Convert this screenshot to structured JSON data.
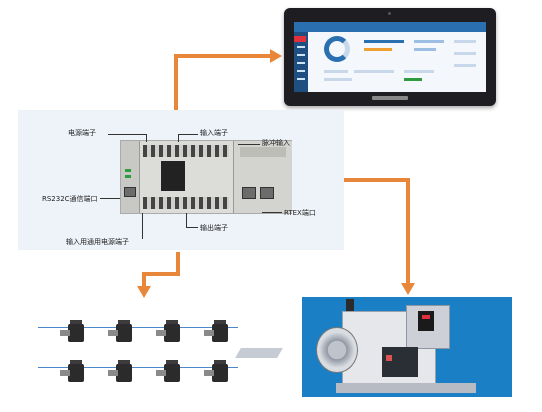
{
  "plc": {
    "labels": {
      "power_terminal": "电源端子",
      "input_terminal": "输入端子",
      "pulse_input": "脉冲输入",
      "rs232c_port": "RS232C通信端口",
      "rtex_port": "RTEX端口",
      "output_terminal": "输出端子",
      "input_common_power": "输入用通用电源端子"
    }
  },
  "colors": {
    "arrow": "#e8873a",
    "servo_wire": "#4b86c8",
    "machine_background": "#1b7fc6",
    "hmi_accent": "#2a6fb0"
  }
}
